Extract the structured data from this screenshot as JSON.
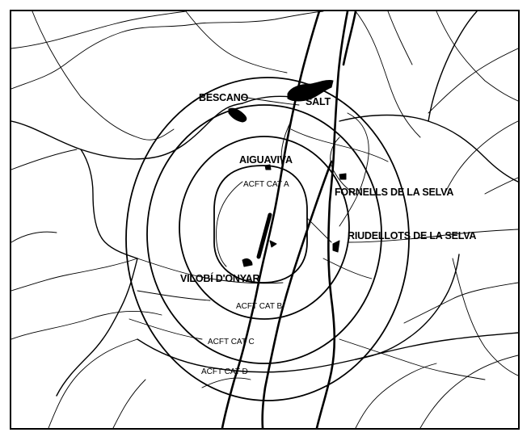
{
  "map": {
    "towns": {
      "bescano": "BESCANO",
      "salt": "SALT",
      "aiguaviva": "AIGUAVIVA",
      "fornells": "FORNELLS DE LA SELVA",
      "riudellots": "RIUDELLOTS DE LA SELVA",
      "vilobi": "VILOBÍ D'ONYAR"
    },
    "circling_areas": {
      "cat_a": "ACFT CAT A",
      "cat_b": "ACFT CAT B",
      "cat_c": "ACFT CAT C",
      "cat_d": "ACFT CAT D"
    },
    "colors": {
      "ink": "#000000",
      "background": "#ffffff"
    }
  }
}
